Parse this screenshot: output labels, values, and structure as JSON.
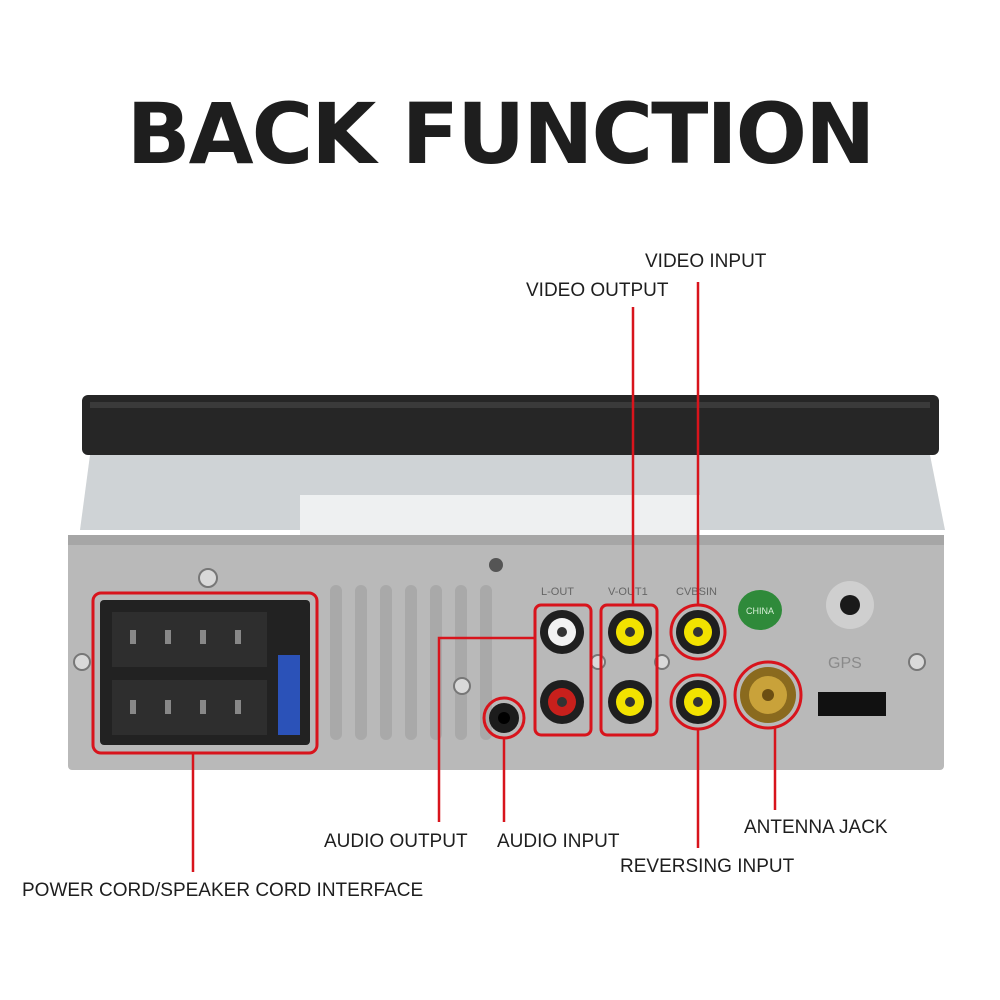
{
  "title": "BACK FUNCTION",
  "labels": {
    "video_input": "VIDEO INPUT",
    "video_output": "VIDEO OUTPUT",
    "audio_output": "AUDIO OUTPUT",
    "audio_input": "AUDIO INPUT",
    "antenna_jack": "ANTENNA JACK",
    "reversing_input": "REVERSING INPUT",
    "power_cord": "POWER CORD/SPEAKER CORD INTERFACE"
  },
  "panel_text": {
    "l_out": "L-OUT",
    "v_out": "V-OUT1",
    "cvbs_in": "CVBSIN",
    "gps": "GPS",
    "badge": "CHINA"
  },
  "colors": {
    "highlight": "#d8141c",
    "panel": "#b9b9b9",
    "rca_white": "#f2f2f2",
    "rca_red": "#c8201c",
    "rca_yellow": "#f2e200",
    "antenna_gold": "#c9a23a",
    "badge_green": "#2f8a3a"
  }
}
